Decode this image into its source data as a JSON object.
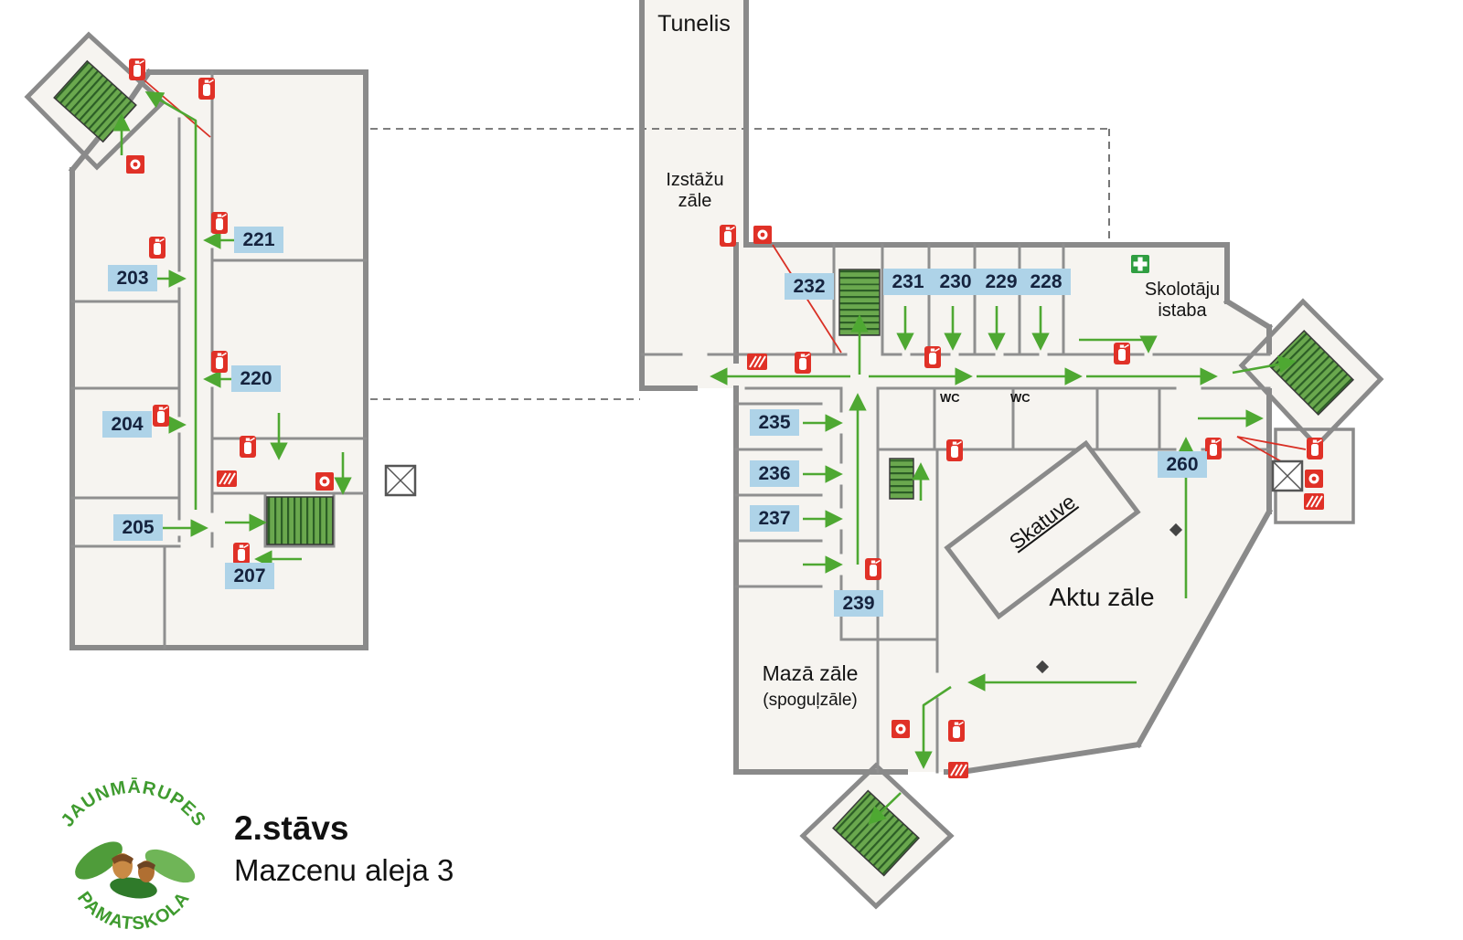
{
  "plan": {
    "tunnel_label": "Tunelis",
    "areas": {
      "exhibition_line1": "Izstāžu",
      "exhibition_line2": "zāle",
      "teachers_line1": "Skolotāju",
      "teachers_line2": "istaba",
      "stage": "Skatuve",
      "assembly_hall": "Aktu zāle",
      "small_hall": "Mazā zāle",
      "small_hall_sub": "(spoguļzāle)"
    },
    "wc_labels": [
      "WC",
      "WC"
    ],
    "rooms": [
      {
        "id": "221"
      },
      {
        "id": "203"
      },
      {
        "id": "220"
      },
      {
        "id": "204"
      },
      {
        "id": "205"
      },
      {
        "id": "207"
      },
      {
        "id": "232"
      },
      {
        "id": "231"
      },
      {
        "id": "230"
      },
      {
        "id": "229"
      },
      {
        "id": "228"
      },
      {
        "id": "235"
      },
      {
        "id": "236"
      },
      {
        "id": "237"
      },
      {
        "id": "239"
      },
      {
        "id": "260"
      }
    ]
  },
  "footer": {
    "floor": "2.stāvs",
    "address": "Mazcenu aleja 3"
  },
  "logo": {
    "arc_top": "JAUNMĀRUPES",
    "arc_bottom": "PAMATSKOLA"
  },
  "icons": {
    "fire-extinguisher-icon": {
      "shape": "red-box-extinguisher",
      "color": "#e03127"
    },
    "fire-alarm-icon": {
      "shape": "red-box-white-circle",
      "color": "#e03127"
    },
    "fire-hose-icon": {
      "shape": "red-box-diagonal-stripes",
      "color": "#e03127"
    },
    "first-aid-icon": {
      "shape": "green-box-white-cross",
      "color": "#2f9e41"
    },
    "elevator-icon": {
      "shape": "crossed-square",
      "color": "#444444"
    },
    "stairs-icon": {
      "shape": "green-hatched-block",
      "color": "#6aa84e"
    },
    "evacuation-arrow-icon": {
      "shape": "green-arrow",
      "color": "#4ea832"
    }
  },
  "colors": {
    "route_green": "#4ea832",
    "alert_red": "#e03127",
    "room_label_bg": "#aed3e8",
    "room_label_text": "#15233e",
    "stairs_green": "#6aa84e",
    "first_aid_green": "#2f9e41",
    "wall_gray": "#8a8a8a",
    "logo_green": "#3f9b2f"
  }
}
